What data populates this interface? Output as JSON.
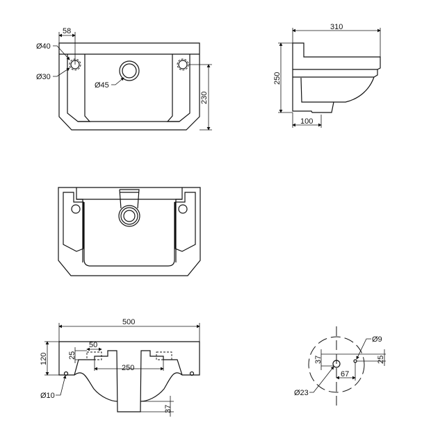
{
  "top_view": {
    "dim_58": "58",
    "dia_40": "Ø40",
    "dia_30": "Ø30",
    "dia_45": "Ø45",
    "dim_230": "230"
  },
  "side_view": {
    "dim_310": "310",
    "dim_250": "250",
    "dim_100": "100"
  },
  "front_view": {
    "dim_500": "500",
    "dim_120": "120",
    "dim_25": "25",
    "dim_50": "50",
    "dim_250": "250",
    "dim_37": "37",
    "dia_10": "Ø10"
  },
  "hole_detail": {
    "dia_9": "Ø9",
    "dim_37": "37",
    "dim_25": "25",
    "dim_67": "67",
    "dia_23": "Ø23"
  }
}
